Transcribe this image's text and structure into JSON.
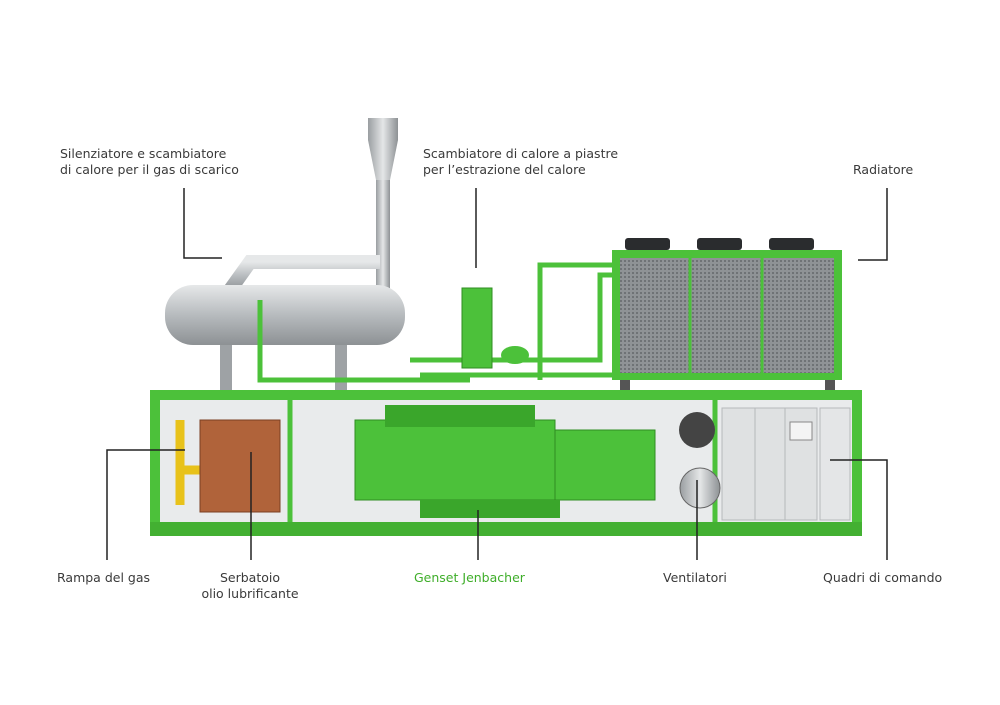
{
  "labels": {
    "silencer": [
      "Silenziatore e scambiatore",
      "di calore per il gas di scarico"
    ],
    "plate_exchanger": [
      "Scambiatore di calore a piastre",
      "per l’estrazione del calore"
    ],
    "radiator": "Radiatore",
    "gas_ramp": "Rampa del gas",
    "oil_tank": [
      "Serbatoio",
      "olio lubrificante"
    ],
    "genset": "Genset Jenbacher",
    "fans": "Ventilatori",
    "control_panels": "Quadri di comando"
  },
  "colors": {
    "machine_green": "#4cc13a",
    "label_highlight": "#3fae2a",
    "steel": "#b8bcbf",
    "tank_copper": "#b0633a"
  }
}
